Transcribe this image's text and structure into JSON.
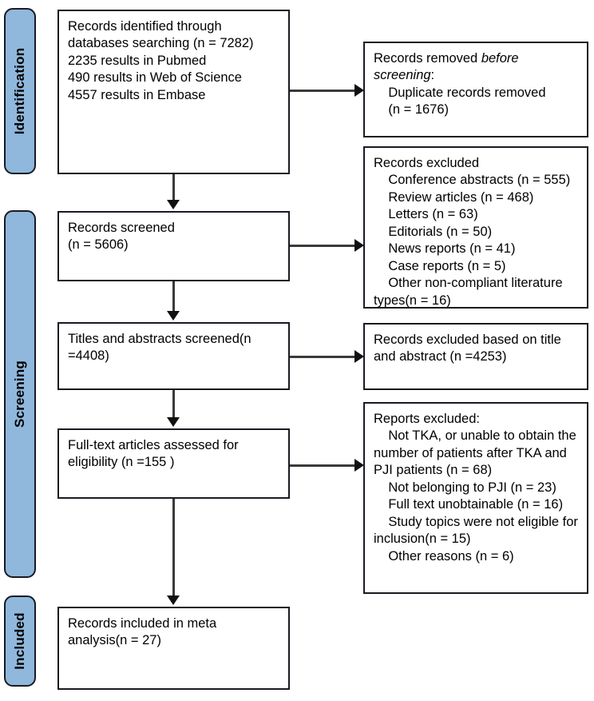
{
  "diagram": {
    "title": "PRISMA Flow Diagram",
    "accent_color": "#8FB8DC",
    "border_color": "#1a1a22",
    "background_color": "#ffffff"
  },
  "stages": [
    {
      "id": "identification",
      "label": "Identification"
    },
    {
      "id": "screening",
      "label": "Screening"
    },
    {
      "id": "included",
      "label": "Included"
    }
  ],
  "left_boxes": [
    {
      "id": "records-identified",
      "text": "Records identified through databases searching (n = 7282)\n2235 results in Pubmed\n490 results in Web of Science\n4557 results in Embase"
    },
    {
      "id": "records-screened",
      "text": "Records screened\n(n = 5606)"
    },
    {
      "id": "titles-abstracts-screened",
      "text": "Titles and abstracts screened(n =4408)"
    },
    {
      "id": "full-text-assessed",
      "text": "Full-text articles assessed for eligibility (n =155 )"
    },
    {
      "id": "records-included",
      "text": "Records included in meta analysis(n = 27)"
    }
  ],
  "right_boxes": [
    {
      "id": "records-removed-before-screening",
      "line1_pre": "Records removed ",
      "line1_em": "before",
      "line2_em": "screening",
      "line2_post": ":",
      "rest": "    Duplicate records removed\n    (n = 1676)"
    },
    {
      "id": "records-excluded",
      "text": "Records excluded\n    Conference abstracts (n = 555)\n    Review articles (n = 468)\n    Letters (n = 63)\n    Editorials (n = 50)\n    News reports (n = 41)\n    Case reports (n = 5)\n    Other non-compliant literature types(n = 16)"
    },
    {
      "id": "records-excluded-title-abstract",
      "text": "Records excluded based on title and abstract (n =4253)"
    },
    {
      "id": "reports-excluded",
      "text": "Reports excluded:\n    Not TKA, or unable to obtain the number of patients after TKA and PJI patients (n = 68)\n    Not belonging to PJI (n = 23)\n    Full text unobtainable (n = 16)\n    Study topics were not eligible for inclusion(n = 15)\n    Other reasons (n = 6)"
    }
  ],
  "chart_data": {
    "type": "flow",
    "title": "PRISMA study selection flow",
    "nodes": [
      {
        "stage": "Identification",
        "label": "Records identified through databases searching",
        "n": 7282,
        "breakdown": [
          {
            "source": "Pubmed",
            "n": 2235
          },
          {
            "source": "Web of Science",
            "n": 490
          },
          {
            "source": "Embase",
            "n": 4557
          }
        ]
      },
      {
        "stage": "Identification",
        "label": "Duplicate records removed",
        "n": 1676,
        "kind": "excluded"
      },
      {
        "stage": "Screening",
        "label": "Records screened",
        "n": 5606
      },
      {
        "stage": "Screening",
        "label": "Records excluded",
        "kind": "excluded",
        "breakdown": [
          {
            "reason": "Conference abstracts",
            "n": 555
          },
          {
            "reason": "Review articles",
            "n": 468
          },
          {
            "reason": "Letters",
            "n": 63
          },
          {
            "reason": "Editorials",
            "n": 50
          },
          {
            "reason": "News reports",
            "n": 41
          },
          {
            "reason": "Case reports",
            "n": 5
          },
          {
            "reason": "Other non-compliant literature types",
            "n": 16
          }
        ]
      },
      {
        "stage": "Screening",
        "label": "Titles and abstracts screened",
        "n": 4408
      },
      {
        "stage": "Screening",
        "label": "Records excluded based on title and abstract",
        "n": 4253,
        "kind": "excluded"
      },
      {
        "stage": "Screening",
        "label": "Full-text articles assessed for eligibility",
        "n": 155
      },
      {
        "stage": "Screening",
        "label": "Reports excluded",
        "kind": "excluded",
        "breakdown": [
          {
            "reason": "Not TKA, or unable to obtain the number of patients after TKA and PJI patients",
            "n": 68
          },
          {
            "reason": "Not belonging to PJI",
            "n": 23
          },
          {
            "reason": "Full text unobtainable",
            "n": 16
          },
          {
            "reason": "Study topics were not eligible for inclusion",
            "n": 15
          },
          {
            "reason": "Other reasons",
            "n": 6
          }
        ]
      },
      {
        "stage": "Included",
        "label": "Records included in meta analysis",
        "n": 27
      }
    ]
  }
}
